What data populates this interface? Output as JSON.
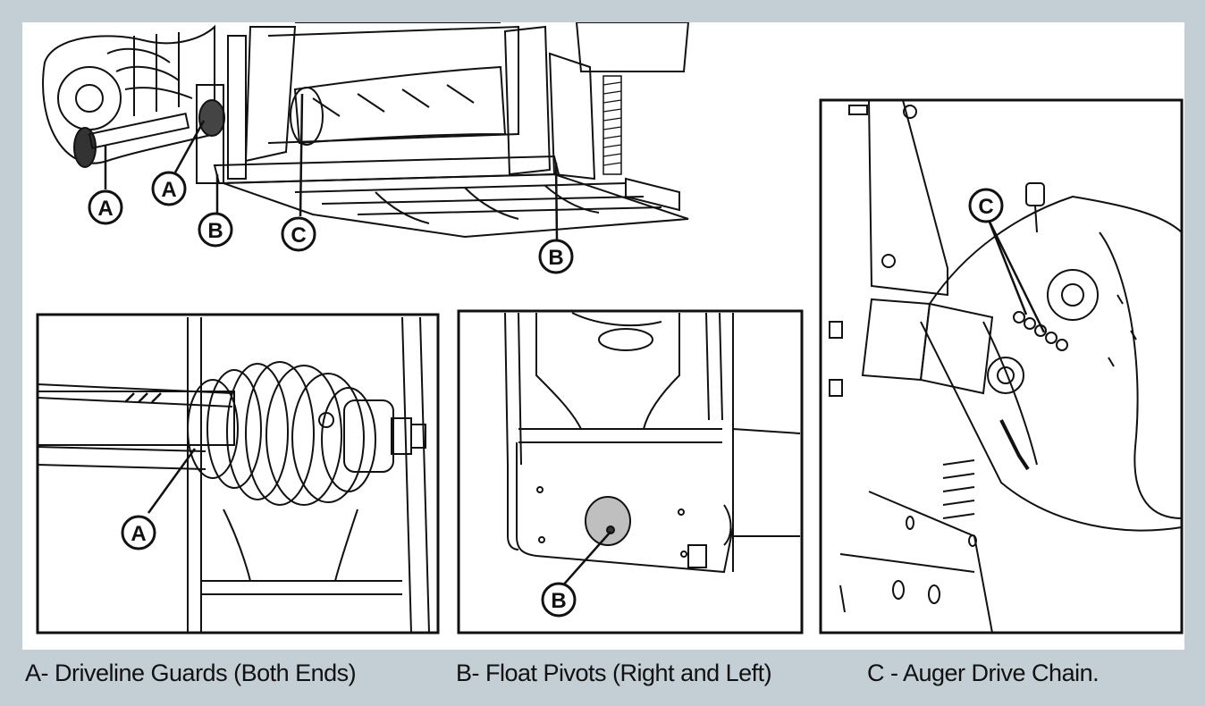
{
  "colors": {
    "background": "#c3ced5",
    "panel": "#ffffff",
    "line": "#111111"
  },
  "callouts": {
    "a": "A",
    "b": "B",
    "c": "C"
  },
  "captions": [
    "A- Driveline Guards (Both Ends)",
    "B- Float Pivots (Right and Left)",
    "C - Auger Drive Chain."
  ]
}
